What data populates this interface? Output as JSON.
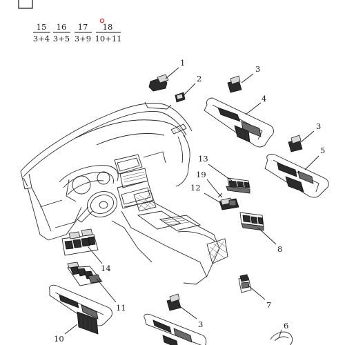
{
  "fraction_keys": [
    {
      "top": "15",
      "bottom": "3+4"
    },
    {
      "top": "16",
      "bottom": "3+5"
    },
    {
      "top": "17",
      "bottom": "3+9"
    },
    {
      "top": "18",
      "bottom": "10+11"
    }
  ],
  "callouts": {
    "c1": "1",
    "c2": "2",
    "c3a": "3",
    "c3b": "3",
    "c3c": "3",
    "c4": "4",
    "c5": "5",
    "c6": "6",
    "c7": "7",
    "c8": "8",
    "c10": "10",
    "c11": "11",
    "c12": "12",
    "c13": "13",
    "c14": "14",
    "c19": "19"
  },
  "colors": {
    "line": "#1a1a1a",
    "marker": "#e53935"
  }
}
